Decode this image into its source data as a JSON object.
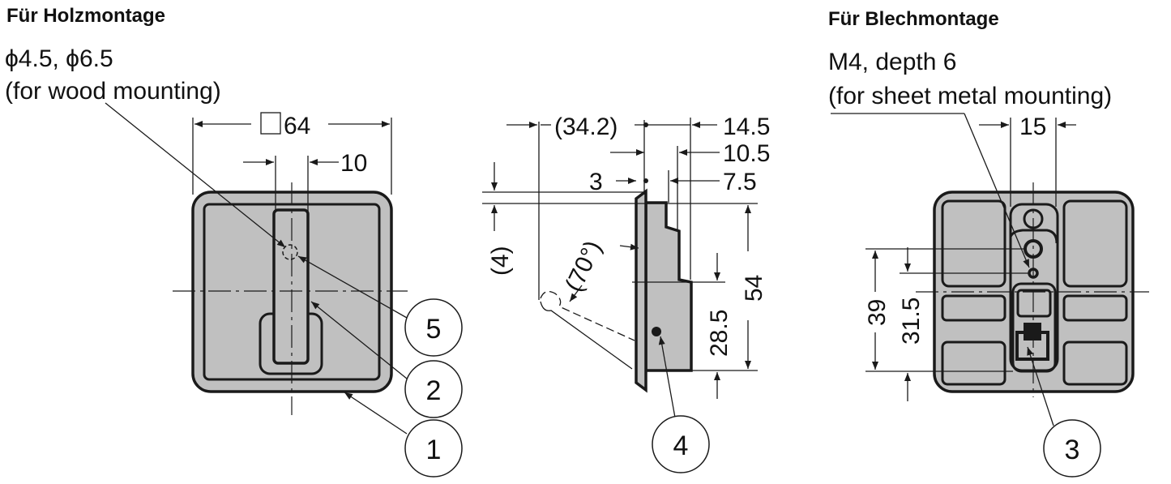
{
  "left": {
    "title": "Für Holzmontage",
    "hole_spec": "ϕ4.5, ϕ6.5",
    "hole_note": "(for wood mounting)",
    "dim_width": "64",
    "dim_slot": "10",
    "balloons": [
      "5",
      "2",
      "1"
    ]
  },
  "middle": {
    "dim_overall": "(34.2)",
    "dim_a": "14.5",
    "dim_b": "10.5",
    "dim_c": "3",
    "dim_d": "7.5",
    "dim_e": "(4)",
    "angle": "(70°)",
    "dim_height": "54",
    "dim_lower": "28.5",
    "balloon": "4"
  },
  "right": {
    "title": "Für Blechmontage",
    "thread_spec": "M4, depth 6",
    "thread_note": "(for sheet metal mounting)",
    "dim_width": "15",
    "dim_a": "39",
    "dim_b": "31.5",
    "balloon": "3"
  },
  "colors": {
    "part_fill": "#c0c0c0",
    "line": "#1a1a1a"
  }
}
